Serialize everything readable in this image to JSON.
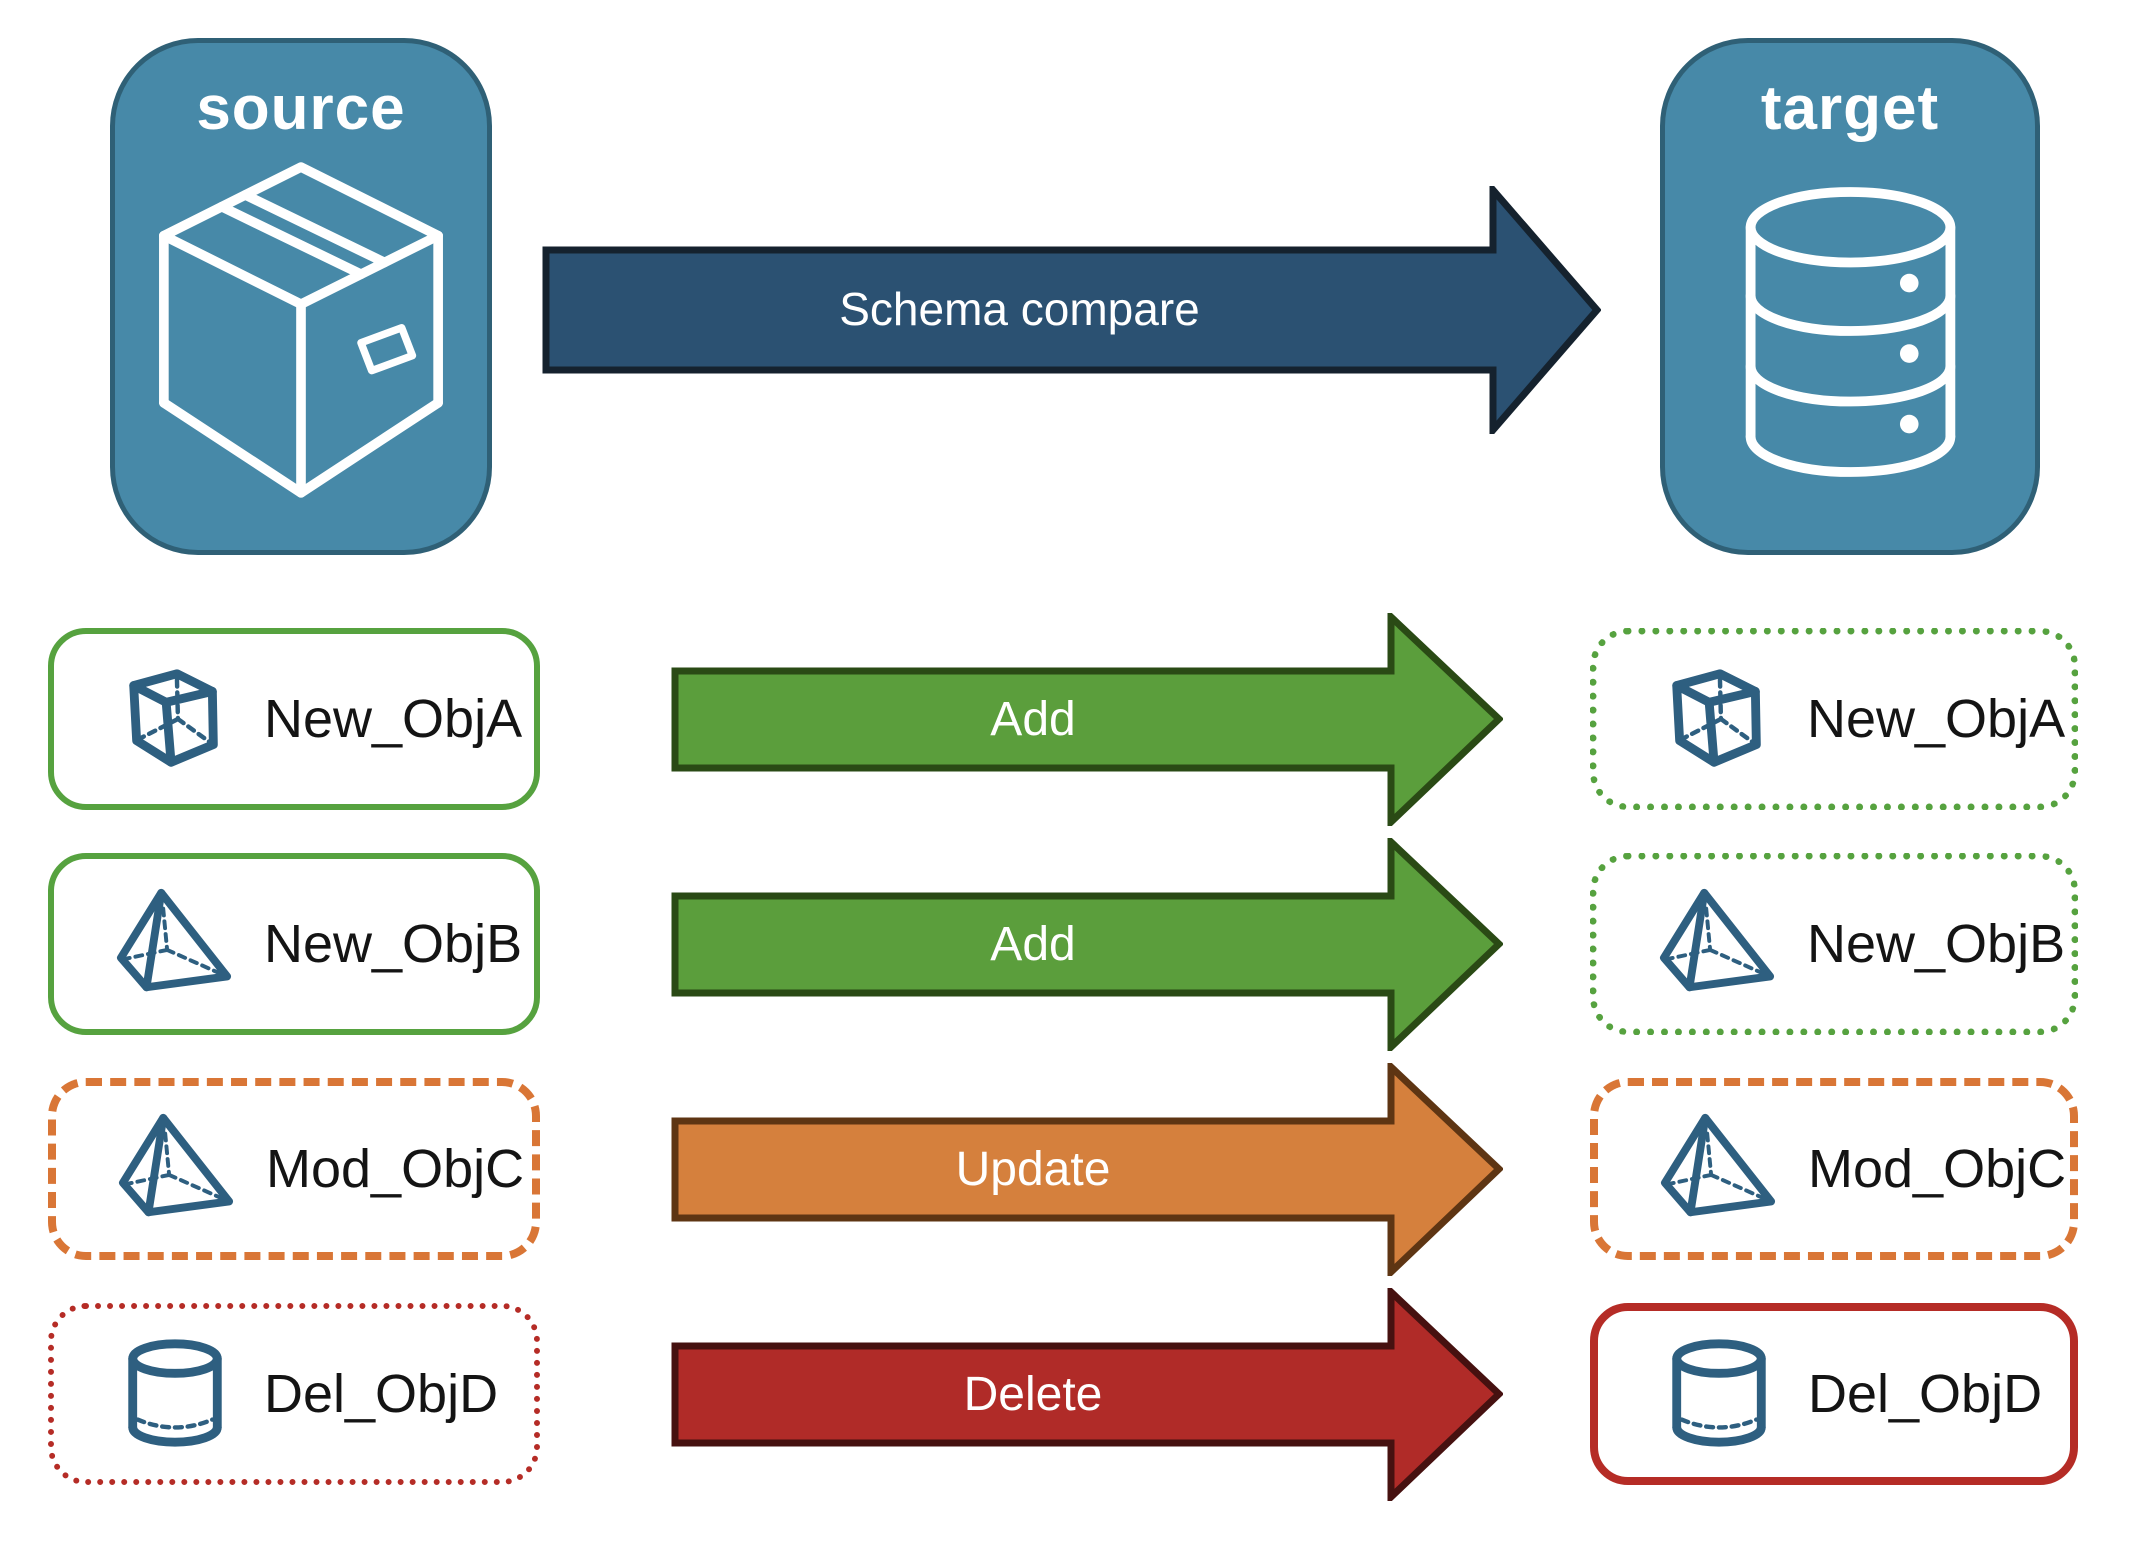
{
  "colors": {
    "background": "#FFFFFF",
    "blue_fill": "#4789A8",
    "blue_border": "#2F6076",
    "schema_arrow_fill": "#2B5172",
    "schema_arrow_border": "#15222E",
    "green_arrow_fill": "#5B9E3C",
    "green_arrow_border": "#2A4A15",
    "green_border": "#56A23F",
    "orange_arrow_fill": "#D5803D",
    "orange_arrow_border": "#5E3513",
    "orange_border": "#D97636",
    "red_arrow_fill": "#B02B28",
    "red_arrow_border": "#461110",
    "red_border": "#B52C26",
    "icon_blue": "#2E5F80",
    "icon_white": "#FFFFFF",
    "arrow_text": "#FFFFFF",
    "header_text": "#FFFFFF",
    "box_text": "#141414"
  },
  "source": {
    "label": "source",
    "icon": "package-icon"
  },
  "target": {
    "label": "target",
    "icon": "database-icon"
  },
  "compare_arrow": {
    "label": "Schema compare"
  },
  "rows": [
    {
      "name": "New_ObjA",
      "icon": "cube-icon",
      "action": "Add",
      "source_border": "solid-green",
      "target_border": "dotted-green"
    },
    {
      "name": "New_ObjB",
      "icon": "pyramid-icon",
      "action": "Add",
      "source_border": "solid-green",
      "target_border": "dotted-green"
    },
    {
      "name": "Mod_ObjC",
      "icon": "pyramid-icon",
      "action": "Update",
      "source_border": "dashed-orange",
      "target_border": "dashed-orange"
    },
    {
      "name": "Del_ObjD",
      "icon": "cylinder-icon",
      "action": "Delete",
      "source_border": "dotted-red",
      "target_border": "solid-red"
    }
  ]
}
